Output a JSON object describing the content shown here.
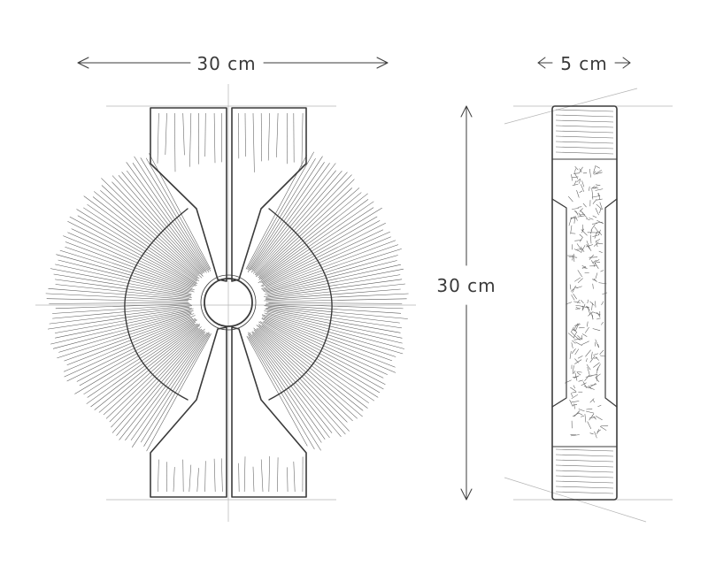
{
  "drawing": {
    "front_view": {
      "width_label": "30 cm",
      "height_label": "30 cm"
    },
    "side_view": {
      "depth_label": "5 cm"
    }
  },
  "colors": {
    "ink": "#3b3b3b",
    "paper": "#ffffff",
    "construction": "#b5b5b5"
  }
}
